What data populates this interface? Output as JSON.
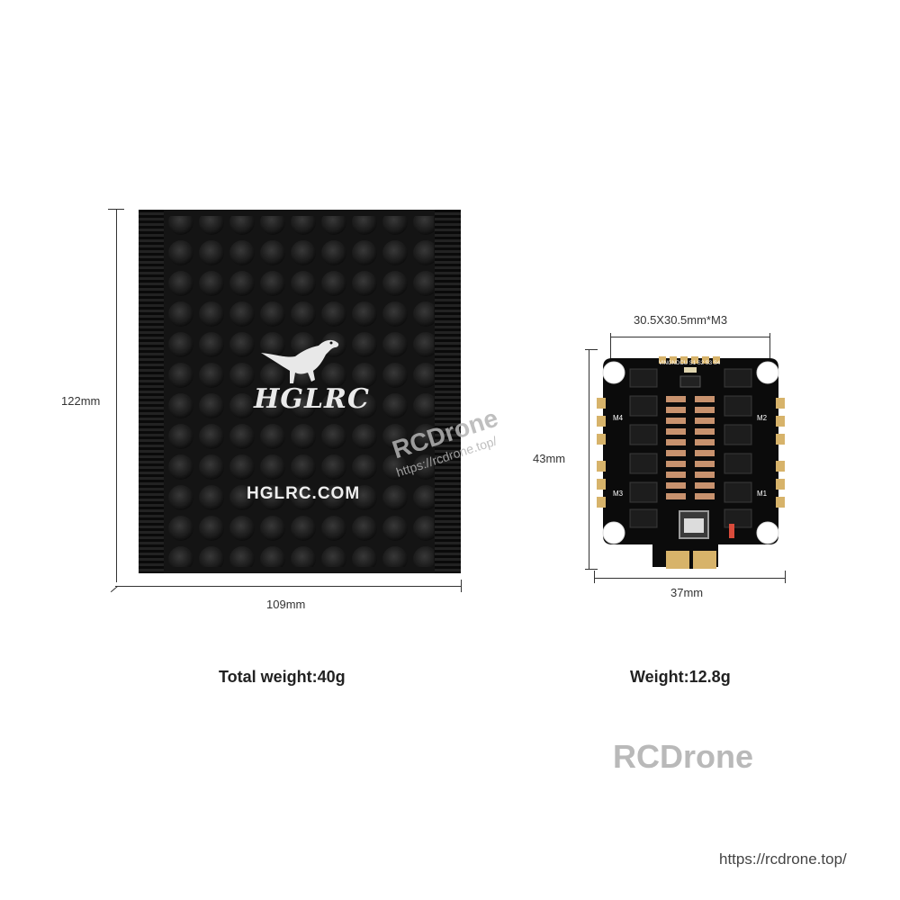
{
  "bag": {
    "height_label": "122mm",
    "width_label": "109mm",
    "brand": "HGLRC",
    "website": "HGLRC.COM",
    "caption": "Total weight:40g"
  },
  "esc": {
    "mount_label": "30.5X30.5mm*M3",
    "height_label": "43mm",
    "width_label": "37mm",
    "caption": "Weight:12.8g",
    "pad_labels": [
      "VIN",
      "GND",
      "CU",
      "S1",
      "S2",
      "S3",
      "S4"
    ],
    "motor_labels": [
      "M4",
      "M3",
      "M2",
      "M1"
    ]
  },
  "watermarks": {
    "center_name": "RCDrone",
    "center_url": "https://rcdrone.top/",
    "big_name": "RCDrone",
    "corner_url": "https://rcdrone.top/"
  },
  "colors": {
    "bag": "#141414",
    "pcb": "#0b0b0b",
    "pad_gold": "#d7b36a",
    "copper": "#c8926e"
  }
}
